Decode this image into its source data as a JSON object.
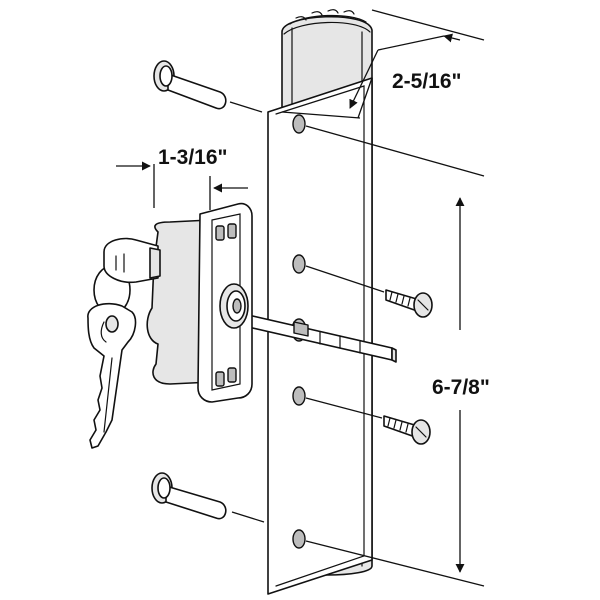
{
  "dimensions": {
    "top_width": "2-5/16\"",
    "lock_depth": "1-3/16\"",
    "hole_spacing": "6-7/8\""
  },
  "colors": {
    "line": "#111111",
    "background": "#ffffff",
    "metal_fill": "#e6e6e6",
    "shadow_fill": "#bdbdbd"
  }
}
